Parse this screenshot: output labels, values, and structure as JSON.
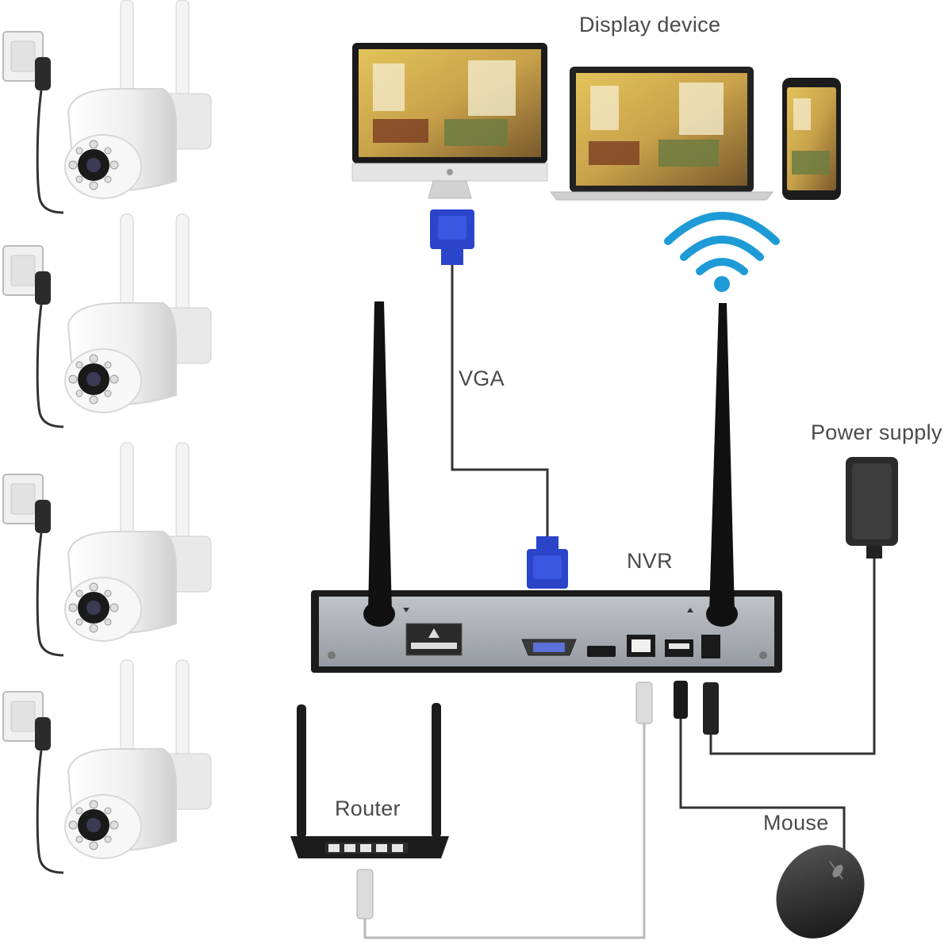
{
  "labels": {
    "display_device": "Display device",
    "vga": "VGA",
    "nvr": "NVR",
    "power_supply": "Power supply",
    "router": "Router",
    "mouse": "Mouse"
  },
  "colors": {
    "cable": "#333333",
    "router_cable": "#b8b8b8",
    "vga_connector": "#2a45c9",
    "wifi_signal": "#1e9bd7",
    "nvr_body": "#a9aeb4",
    "nvr_frame": "#1c1c1c",
    "camera_body": "#f2f2f2",
    "antenna": "#111111"
  },
  "icons": [
    "ip-camera-icon",
    "wall-outlet-icon",
    "monitor-icon",
    "laptop-icon",
    "smartphone-icon",
    "wifi-icon",
    "vga-connector-icon",
    "nvr-icon",
    "power-adapter-icon",
    "router-icon",
    "mouse-icon"
  ]
}
